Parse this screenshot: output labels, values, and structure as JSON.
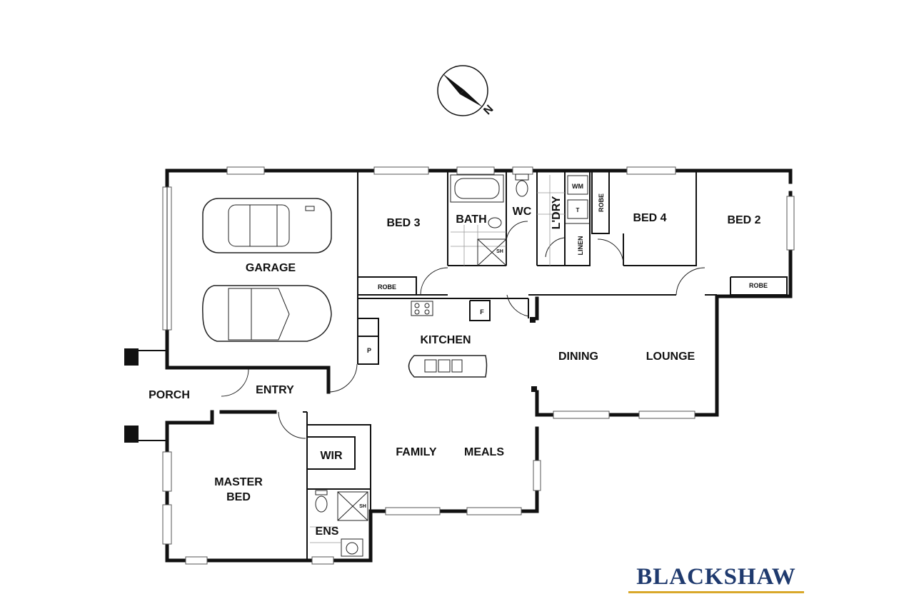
{
  "compass": {
    "label": "N"
  },
  "rooms": {
    "garage": "GARAGE",
    "bed3": "BED 3",
    "bath": "BATH",
    "wc": "WC",
    "laundry": "L'DRY",
    "wm": "WM",
    "t": "T",
    "robe_v": "ROBE",
    "linen": "LINEN",
    "bed4": "BED 4",
    "bed2": "BED 2",
    "robe_bed3": "ROBE",
    "robe_bed2": "ROBE",
    "sh_bath": "SH",
    "fridge": "F",
    "pantry": "P",
    "kitchen": "KITCHEN",
    "dining": "DINING",
    "lounge": "LOUNGE",
    "porch": "PORCH",
    "entry": "ENTRY",
    "wir": "WIR",
    "master_line1": "MASTER",
    "master_line2": "BED",
    "family": "FAMILY",
    "meals": "MEALS",
    "sh_ens": "SH",
    "ens": "ENS"
  },
  "brand": {
    "name": "BLACKSHAW",
    "accent": "#d9a82a",
    "color": "#1f3a6e"
  }
}
